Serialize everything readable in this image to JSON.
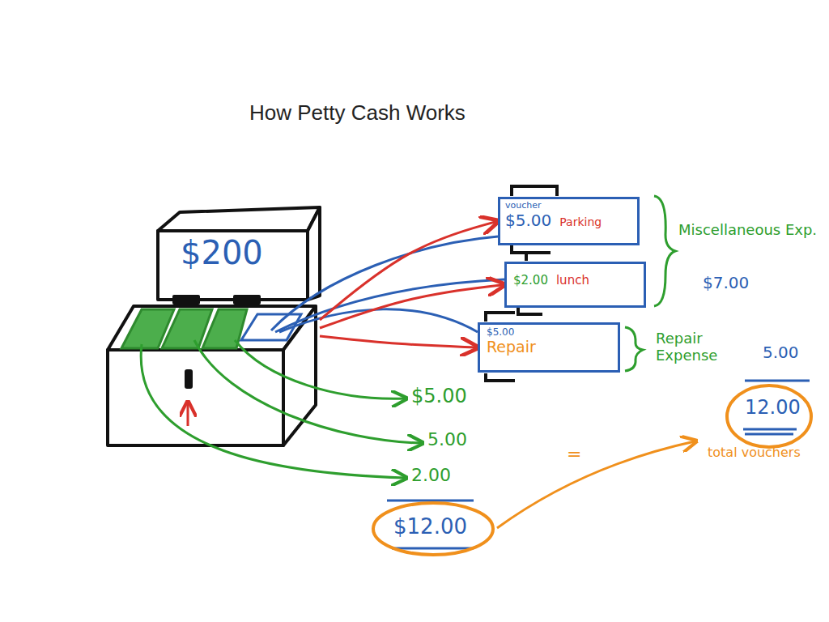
{
  "diagram": {
    "title": "How Petty Cash Works",
    "nodes": [
      {
        "text": [
          "$200"
        ]
      },
      {
        "text": [
          "voucher",
          "$5.00",
          "Parking"
        ]
      },
      {
        "text": [
          "$2.00",
          "lunch"
        ]
      },
      {
        "text": [
          "$5.00",
          "Repair"
        ]
      }
    ],
    "edges": [
      {
        "from": 0,
        "to": 1,
        "arrow": "to"
      },
      {
        "from": 0,
        "to": 2,
        "arrow": "to"
      },
      {
        "from": 0,
        "to": 3,
        "arrow": "to"
      }
    ],
    "labels": [
      "Miscellaneous Exp.",
      "$7.00",
      "Repair Expense",
      "5.00",
      "12.00",
      "total vouchers",
      "$5.00",
      "5.00",
      "2.00",
      "$12.00",
      "="
    ]
  }
}
